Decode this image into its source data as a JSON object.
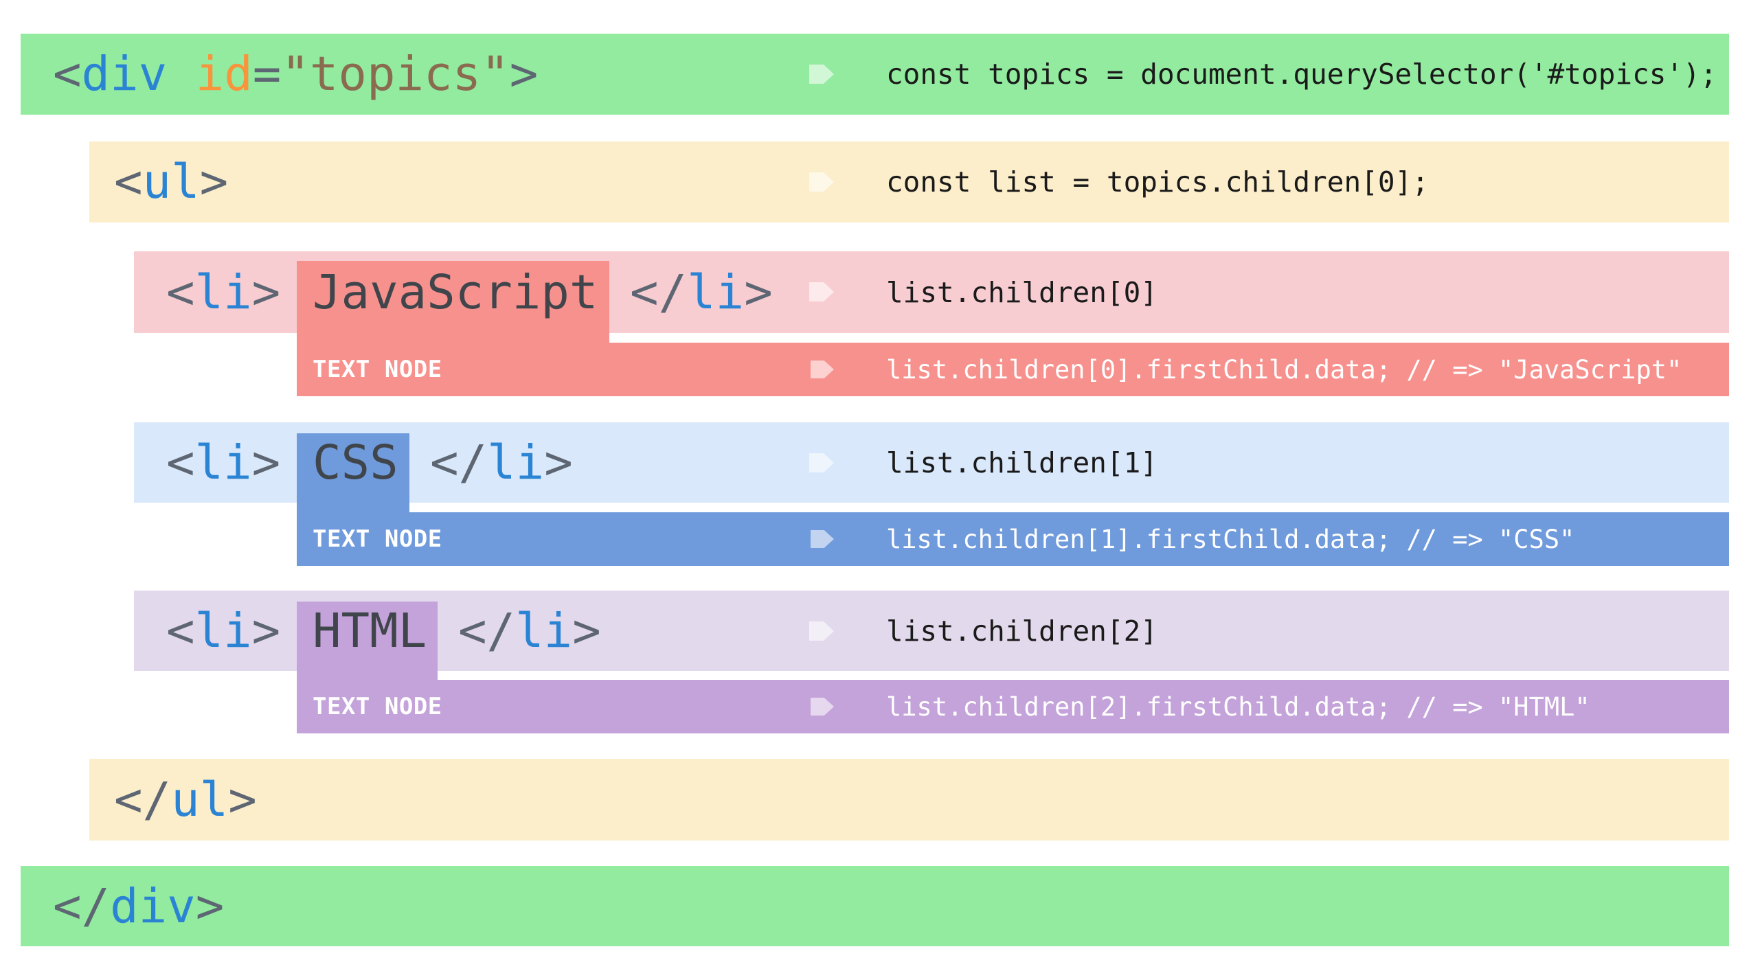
{
  "colors": {
    "green": "#92eb9f",
    "yellow": "#fceecb",
    "pink": "#f8cdd2",
    "salmon": "#f7918d",
    "lblue": "#d9e8fb",
    "blue": "#6f9adb",
    "lpurple": "#e3d9ec",
    "purple": "#c4a2da",
    "slate": "#5d6672",
    "tagblue": "#2b84d3",
    "attr": "#f8943c",
    "val": "#8a6b4f",
    "node": "#40454b",
    "ink": "#1a1a1a",
    "arrowc": "rgba(255,255,255,0.58)"
  },
  "tags": {
    "div_open": [
      "<",
      "div",
      " id",
      "=",
      "\"topics\"",
      ">"
    ],
    "ul_open": [
      "<",
      "ul",
      ">"
    ],
    "li_open": [
      "<",
      "li",
      ">"
    ],
    "li_close": [
      "</",
      "li",
      ">"
    ],
    "ul_close": [
      "</",
      "ul",
      ">"
    ],
    "div_close": [
      "</",
      "div",
      ">"
    ]
  },
  "code": {
    "div_open": "const topics = document.querySelector('#topics');",
    "ul_open": "const list = topics.children[0];"
  },
  "items": [
    {
      "name": "JavaScript",
      "element_code": "list.children[0]",
      "text_node_label": "TEXT NODE",
      "text_node_code": "list.children[0].firstChild.data; // => \"JavaScript\""
    },
    {
      "name": "CSS",
      "element_code": "list.children[1]",
      "text_node_label": "TEXT NODE",
      "text_node_code": "list.children[1].firstChild.data; // => \"CSS\""
    },
    {
      "name": "HTML",
      "element_code": "list.children[2]",
      "text_node_label": "TEXT NODE",
      "text_node_code": "list.children[2].firstChild.data; // => \"HTML\""
    }
  ]
}
